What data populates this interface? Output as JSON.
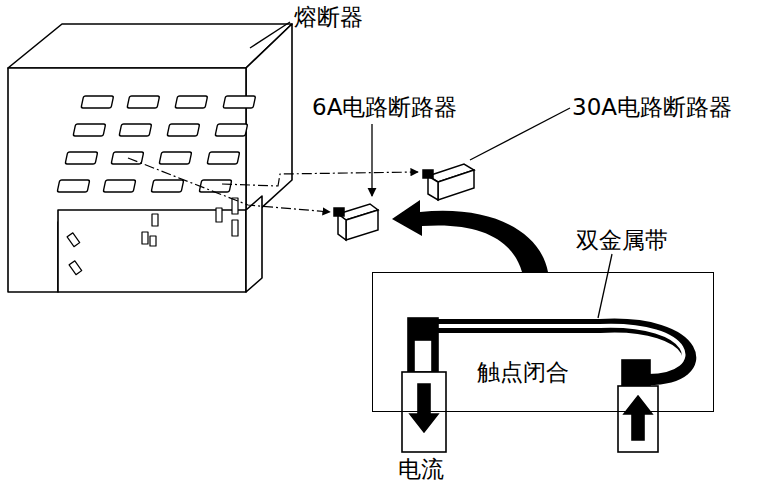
{
  "diagram": {
    "nodes": [
      {
        "text": [
          "双金属带",
          "触点闭合"
        ]
      }
    ],
    "labels": [
      "熔断器",
      "6A电路断路器",
      "30A电路断路器",
      "电流"
    ]
  }
}
